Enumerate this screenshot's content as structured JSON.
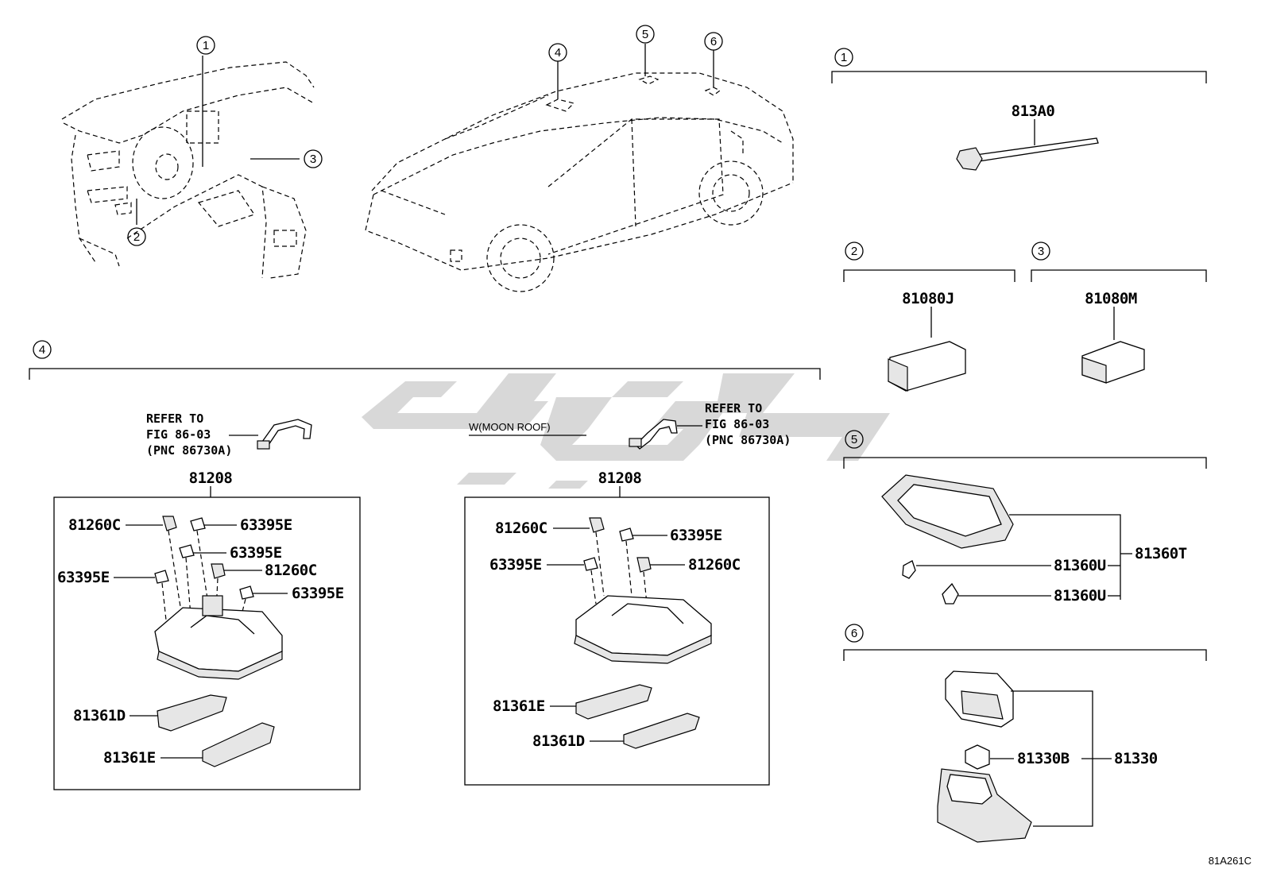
{
  "diagram_code": "81A261C",
  "callouts": [
    "1",
    "2",
    "3",
    "4",
    "5",
    "6"
  ],
  "watermark_color": "#d4d4d4",
  "groups": {
    "g1": {
      "num": "1",
      "parts": [
        "813A0"
      ]
    },
    "g2": {
      "num": "2",
      "parts": [
        "81080J"
      ]
    },
    "g3": {
      "num": "3",
      "parts": [
        "81080M"
      ]
    },
    "g4": {
      "num": "4",
      "left": {
        "refer": [
          "REFER TO",
          "FIG 86-03",
          "(PNC 86730A)"
        ],
        "assembly": "81208",
        "labels": [
          "81260C",
          "63395E",
          "63395E",
          "63395E",
          "81260C",
          "63395E",
          "81361D",
          "81361E"
        ]
      },
      "right": {
        "condition": "W(MOON ROOF)",
        "refer": [
          "REFER TO",
          "FIG 86-03",
          "(PNC 86730A)"
        ],
        "assembly": "81208",
        "labels": [
          "81260C",
          "63395E",
          "63395E",
          "81260C",
          "81361E",
          "81361D"
        ]
      }
    },
    "g5": {
      "num": "5",
      "parts": [
        "81360T",
        "81360U",
        "81360U"
      ]
    },
    "g6": {
      "num": "6",
      "parts": [
        "81330",
        "81330B"
      ]
    }
  }
}
